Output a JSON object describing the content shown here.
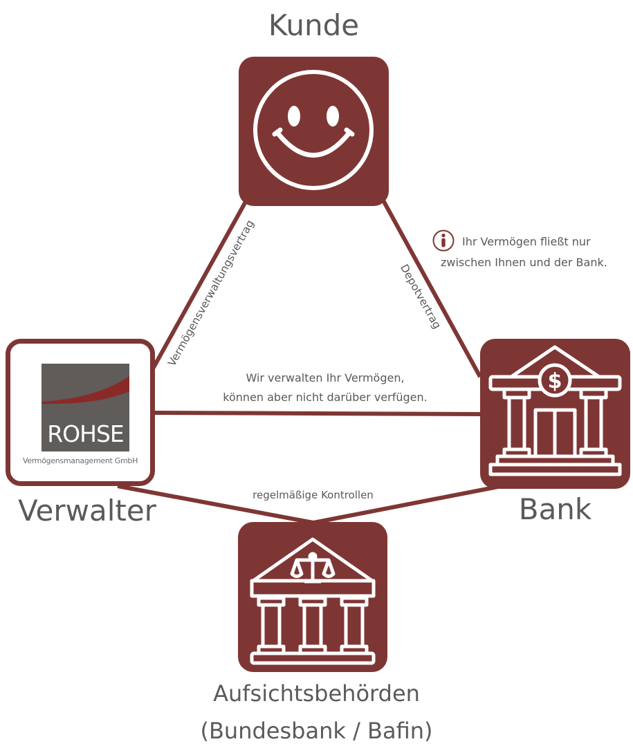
{
  "colors": {
    "brand": "#7e3634",
    "text": "#595959",
    "logo_gray": "#5f5c5a"
  },
  "nodes": {
    "kunde": {
      "label": "Kunde",
      "icon": "smiley-face-icon"
    },
    "verwalter": {
      "label": "Verwalter",
      "logo_name": "ROHSE",
      "logo_subtitle": "Vermögensmanagement GmbH",
      "icon": "rohse-logo"
    },
    "bank": {
      "label": "Bank",
      "icon": "bank-building-dollar-icon"
    },
    "aufsicht": {
      "label_line1": "Aufsichtsbehörden",
      "label_line2": "(Bundesbank / Bafin)",
      "icon": "courthouse-scales-icon"
    }
  },
  "edges": {
    "kunde_verwalter": "Vermögensverwaltungsvertrag",
    "kunde_bank": "Depotvertrag",
    "verwalter_bank_line1": "Wir verwalten Ihr Vermögen,",
    "verwalter_bank_line2": "können aber nicht darüber verfügen.",
    "to_aufsicht": "regelmäßige Kontrollen"
  },
  "info_note": {
    "icon": "info-icon",
    "line1": "Ihr Vermögen fließt nur",
    "line2": "zwischen Ihnen und der Bank."
  }
}
